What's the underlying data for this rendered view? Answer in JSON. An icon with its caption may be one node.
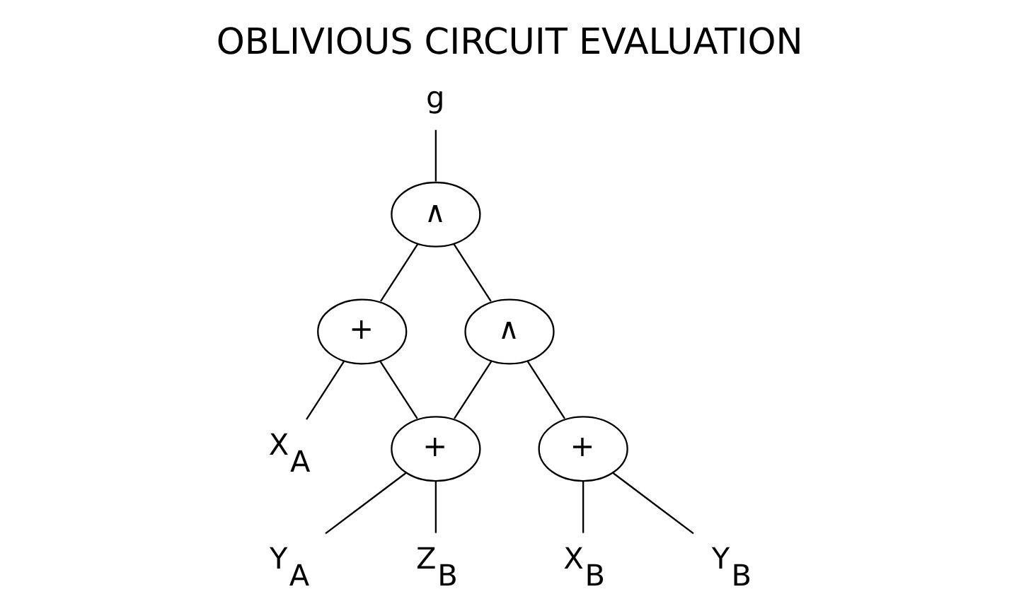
{
  "diagram": {
    "title": "OBLIVIOUS CIRCUIT EVALUATION",
    "nodes": [
      {
        "text": [
          "g"
        ]
      },
      {
        "text": [
          "∧"
        ]
      },
      {
        "text": [
          "+"
        ]
      },
      {
        "text": [
          "∧"
        ]
      },
      {
        "text": [
          "+"
        ]
      },
      {
        "text": [
          "+"
        ]
      },
      {
        "text": [
          "X$_{A}$"
        ]
      },
      {
        "text": [
          "Y$_{A}$"
        ]
      },
      {
        "text": [
          "Z$_{B}$"
        ]
      },
      {
        "text": [
          "X$_{B}$"
        ]
      },
      {
        "text": [
          "Y$_{B}$"
        ]
      }
    ],
    "edges": [
      {
        "from": 0,
        "to": 1,
        "arrow": "none"
      },
      {
        "from": 1,
        "to": 2,
        "arrow": "none"
      },
      {
        "from": 1,
        "to": 3,
        "arrow": "none"
      },
      {
        "from": 2,
        "to": 6,
        "arrow": "none"
      },
      {
        "from": 2,
        "to": 4,
        "arrow": "none"
      },
      {
        "from": 3,
        "to": 4,
        "arrow": "none"
      },
      {
        "from": 3,
        "to": 5,
        "arrow": "none"
      },
      {
        "from": 4,
        "to": 7,
        "arrow": "none"
      },
      {
        "from": 4,
        "to": 8,
        "arrow": "none"
      },
      {
        "from": 5,
        "to": 9,
        "arrow": "none"
      },
      {
        "from": 5,
        "to": 10,
        "arrow": "none"
      }
    ]
  }
}
